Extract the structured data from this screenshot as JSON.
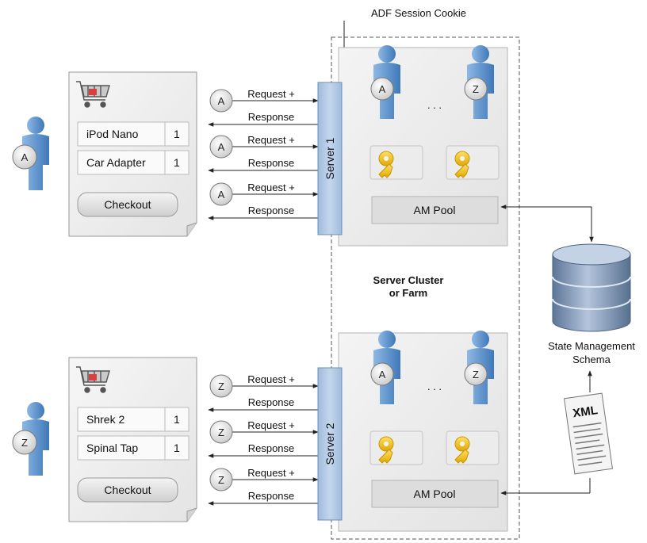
{
  "labels": {
    "cookie": "ADF Session Cookie",
    "cluster_line1": "Server Cluster",
    "cluster_line2": "or Farm",
    "db_line1": "State Management",
    "db_line2": "Schema",
    "xml": "XML",
    "ellipsis": ". . ."
  },
  "users": [
    {
      "id": "A",
      "cart": [
        {
          "item": "iPod Nano",
          "qty": "1"
        },
        {
          "item": "Car Adapter",
          "qty": "1"
        }
      ],
      "checkout": "Checkout"
    },
    {
      "id": "Z",
      "cart": [
        {
          "item": "Shrek 2",
          "qty": "1"
        },
        {
          "item": "Spinal Tap",
          "qty": "1"
        }
      ],
      "checkout": "Checkout"
    }
  ],
  "messages": {
    "request": "Request +",
    "response": "Response"
  },
  "servers": [
    {
      "name": "Server 1",
      "sessions": [
        "A",
        "Z"
      ],
      "pool": "AM Pool"
    },
    {
      "name": "Server 2",
      "sessions": [
        "A",
        "Z"
      ],
      "pool": "AM Pool"
    }
  ],
  "colors": {
    "person": "#6d9fd3",
    "server_bar": "#a9c3e0",
    "key": "#f2c31c",
    "db": "#7f97b8"
  }
}
